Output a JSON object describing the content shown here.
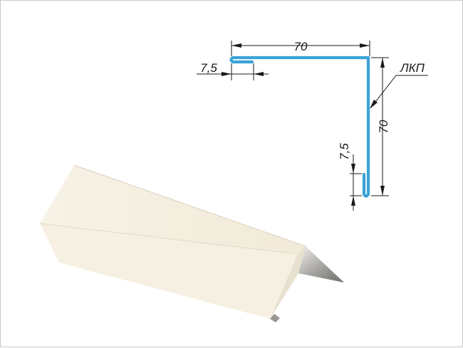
{
  "labels": {
    "top_width": "70",
    "right_height": "70",
    "top_hem": "7,5",
    "bottom_hem": "7,5",
    "coating": "ЛКП"
  },
  "colors": {
    "profile_line": "#3aa3d8",
    "product_cream": "#f5efe0",
    "product_edge": "#d8cfbd",
    "dimension": "#1a1a1a"
  }
}
